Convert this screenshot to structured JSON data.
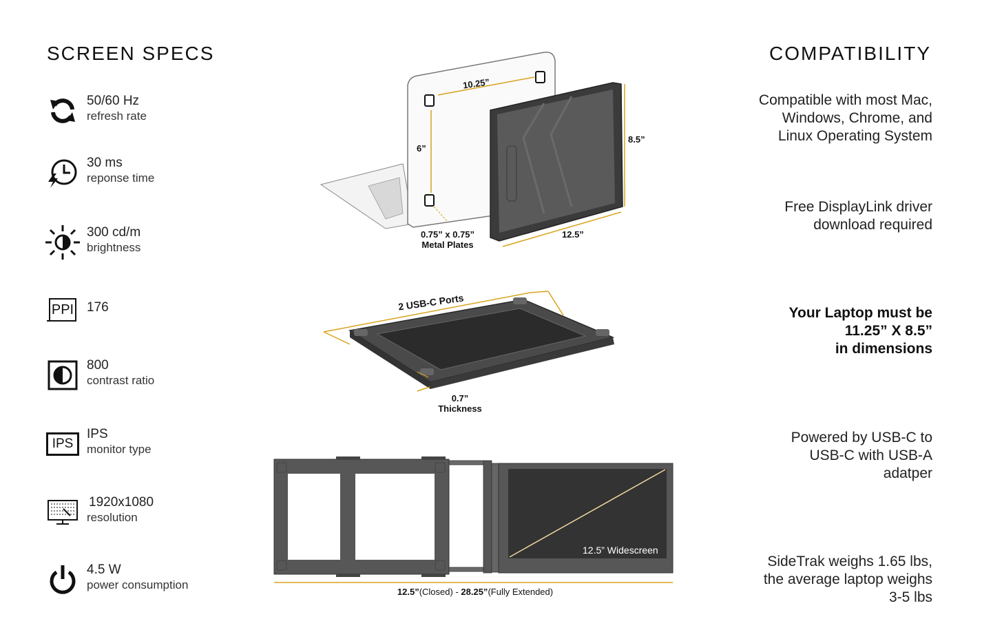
{
  "left_heading": "SCREEN SPECS",
  "right_heading": "COMPATIBILITY",
  "specs": [
    {
      "value": "50/60 Hz",
      "label": "refresh rate",
      "icon": "refresh-icon"
    },
    {
      "value": "30 ms",
      "label": "reponse time",
      "icon": "clock-bolt-icon"
    },
    {
      "value": "300 cd/m",
      "label": "brightness",
      "icon": "brightness-icon"
    },
    {
      "value": "176",
      "label": "",
      "icon": "ppi-icon",
      "icon_text": "PPI"
    },
    {
      "value": "800",
      "label": "contrast ratio",
      "icon": "contrast-icon"
    },
    {
      "value": "IPS",
      "label": "monitor type",
      "icon": "ips-icon",
      "icon_text": "IPS"
    },
    {
      "value": "1920x1080",
      "label": "resolution",
      "icon": "resolution-icon"
    },
    {
      "value": "4.5 W",
      "label": "power consumption",
      "icon": "power-icon"
    }
  ],
  "compatibility": [
    {
      "lines": [
        "Compatible with most Mac,",
        "Windows, Chrome, and",
        "Linux Operating System"
      ],
      "bold": false
    },
    {
      "lines": [
        "Free DisplayLink driver",
        "download required"
      ],
      "bold": false
    },
    {
      "lines": [
        "Your Laptop must be",
        "11.25” X 8.5”",
        "in dimensions"
      ],
      "bold": true
    },
    {
      "lines": [
        "Powered by USB-C to",
        "USB-C with USB-A",
        "adatper"
      ],
      "bold": false
    },
    {
      "lines": [
        "SideTrak weighs 1.65 lbs,",
        "the average laptop weighs",
        "3-5 lbs"
      ],
      "bold": false
    }
  ],
  "diagram_top": {
    "plate_width": "10.25”",
    "plate_height": "6”",
    "monitor_height": "8.5”",
    "monitor_width": "12.5”",
    "plate_size": "0.75” x 0.75”",
    "plate_label": "Metal Plates"
  },
  "diagram_mid": {
    "ports": "2 USB-C Ports",
    "thickness_value": "0.7”",
    "thickness_label": "Thickness"
  },
  "diagram_bottom": {
    "screen_label": "12.5” Widescreen",
    "closed": "12.5”",
    "closed_label": "(Closed)",
    "separator": " - ",
    "extended": "28.25”",
    "extended_label": "(Fully Extended)"
  },
  "colors": {
    "accent": "#d9a21a",
    "frame": "#555555",
    "screen": "#3a3a3a"
  }
}
